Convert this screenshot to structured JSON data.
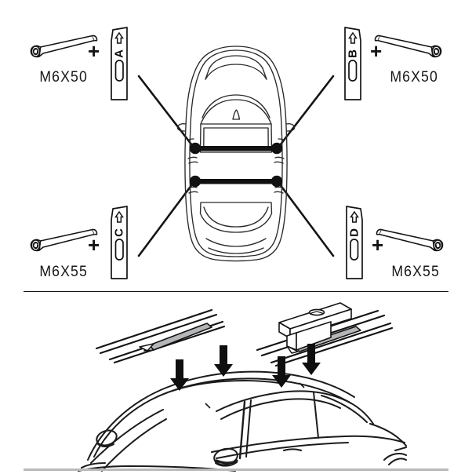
{
  "document": {
    "type": "roof-rack-installation-diagram",
    "panels": [
      {
        "id": "parts-and-positions",
        "description": "Top view of car with four mounting positions and corresponding bolt + bracket kits"
      },
      {
        "id": "rail-detail-and-side-view",
        "description": "Roof rail cover removal, foot clamp detail, and side view with four position arrows"
      }
    ]
  },
  "kits": [
    {
      "id": "kit-a",
      "position": "top-left",
      "bolt_label": "M6X50",
      "bracket_letter": "A",
      "plus": "+",
      "bracket_arrow": "up-arrow",
      "orientation": "left",
      "bolt_side": "left"
    },
    {
      "id": "kit-b",
      "position": "top-right",
      "bolt_label": "M6X50",
      "bracket_letter": "B",
      "plus": "+",
      "bracket_arrow": "up-arrow",
      "orientation": "right",
      "bolt_side": "right"
    },
    {
      "id": "kit-c",
      "position": "bottom-left",
      "bolt_label": "M6X55",
      "bracket_letter": "C",
      "plus": "+",
      "bracket_arrow": "up-arrow",
      "orientation": "left",
      "bolt_side": "left"
    },
    {
      "id": "kit-d",
      "position": "bottom-right",
      "bolt_label": "M6X55",
      "bracket_letter": "D",
      "plus": "+",
      "bracket_arrow": "up-arrow",
      "orientation": "right",
      "bolt_side": "right"
    }
  ],
  "car_top_view": {
    "crossbars": 2,
    "mount_points": 4,
    "mount_point_labels": [
      "A",
      "B",
      "C",
      "D"
    ],
    "leader_lines": 4
  },
  "rail_details": [
    {
      "id": "rail-cover-removal",
      "description": "Roof rail with gray cover strip being lifted out of groove"
    },
    {
      "id": "rail-foot-mounted",
      "description": "Rack foot clamped onto roof rail over the exposed groove"
    }
  ],
  "side_view": {
    "arrow_count": 4,
    "arrow_direction": "down",
    "description": "Car side view with four downward arrows indicating mounting positions on the roof rails"
  },
  "colors": {
    "line": "#141414",
    "gray_fill": "#b4b6b8",
    "rule_gray": "#b9b9b9",
    "bar": "#111111"
  }
}
